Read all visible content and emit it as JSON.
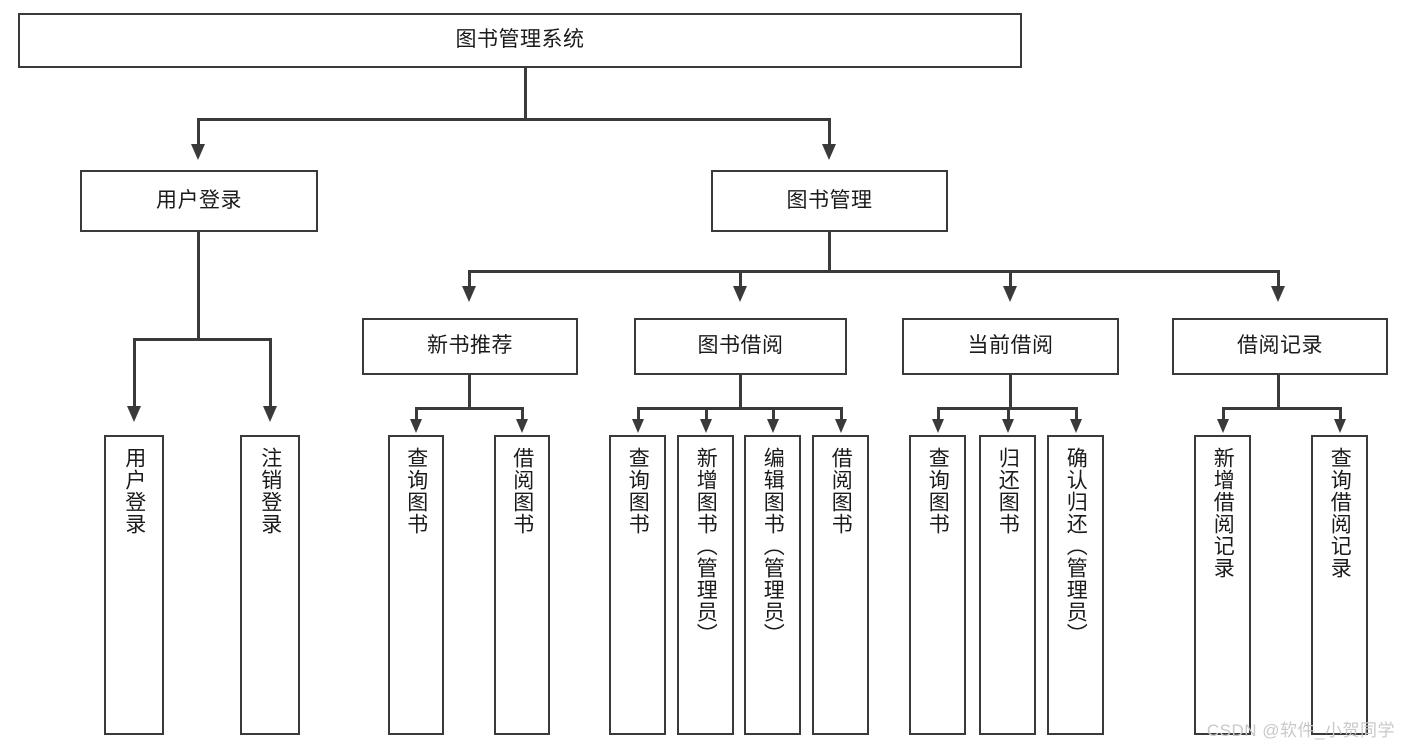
{
  "diagram": {
    "title": "图书管理系统",
    "type": "tree",
    "watermark": "CSDN @软件_小贺同学",
    "colors": {
      "stroke": "#3a3a3a",
      "fill": "#ffffff",
      "text": "#1b1b1b",
      "watermark": "#c9c9c9"
    },
    "root": {
      "label": "图书管理系统"
    },
    "level2": [
      {
        "label": "用户登录"
      },
      {
        "label": "图书管理"
      }
    ],
    "level3": [
      {
        "label": "新书推荐"
      },
      {
        "label": "图书借阅"
      },
      {
        "label": "当前借阅"
      },
      {
        "label": "借阅记录"
      }
    ],
    "leaves": {
      "user_login": [
        {
          "label": "用户登录"
        },
        {
          "label": "注销登录"
        }
      ],
      "new_book": [
        {
          "label": "查询图书"
        },
        {
          "label": "借阅图书"
        }
      ],
      "book_borrow": [
        {
          "label": "查询图书"
        },
        {
          "label": "新增图书（管理员）"
        },
        {
          "label": "编辑图书（管理员）"
        },
        {
          "label": "借阅图书"
        }
      ],
      "current_borrow": [
        {
          "label": "查询图书"
        },
        {
          "label": "归还图书"
        },
        {
          "label": "确认归还（管理员）"
        }
      ],
      "borrow_record": [
        {
          "label": "新增借阅记录"
        },
        {
          "label": "查询借阅记录"
        }
      ]
    }
  }
}
